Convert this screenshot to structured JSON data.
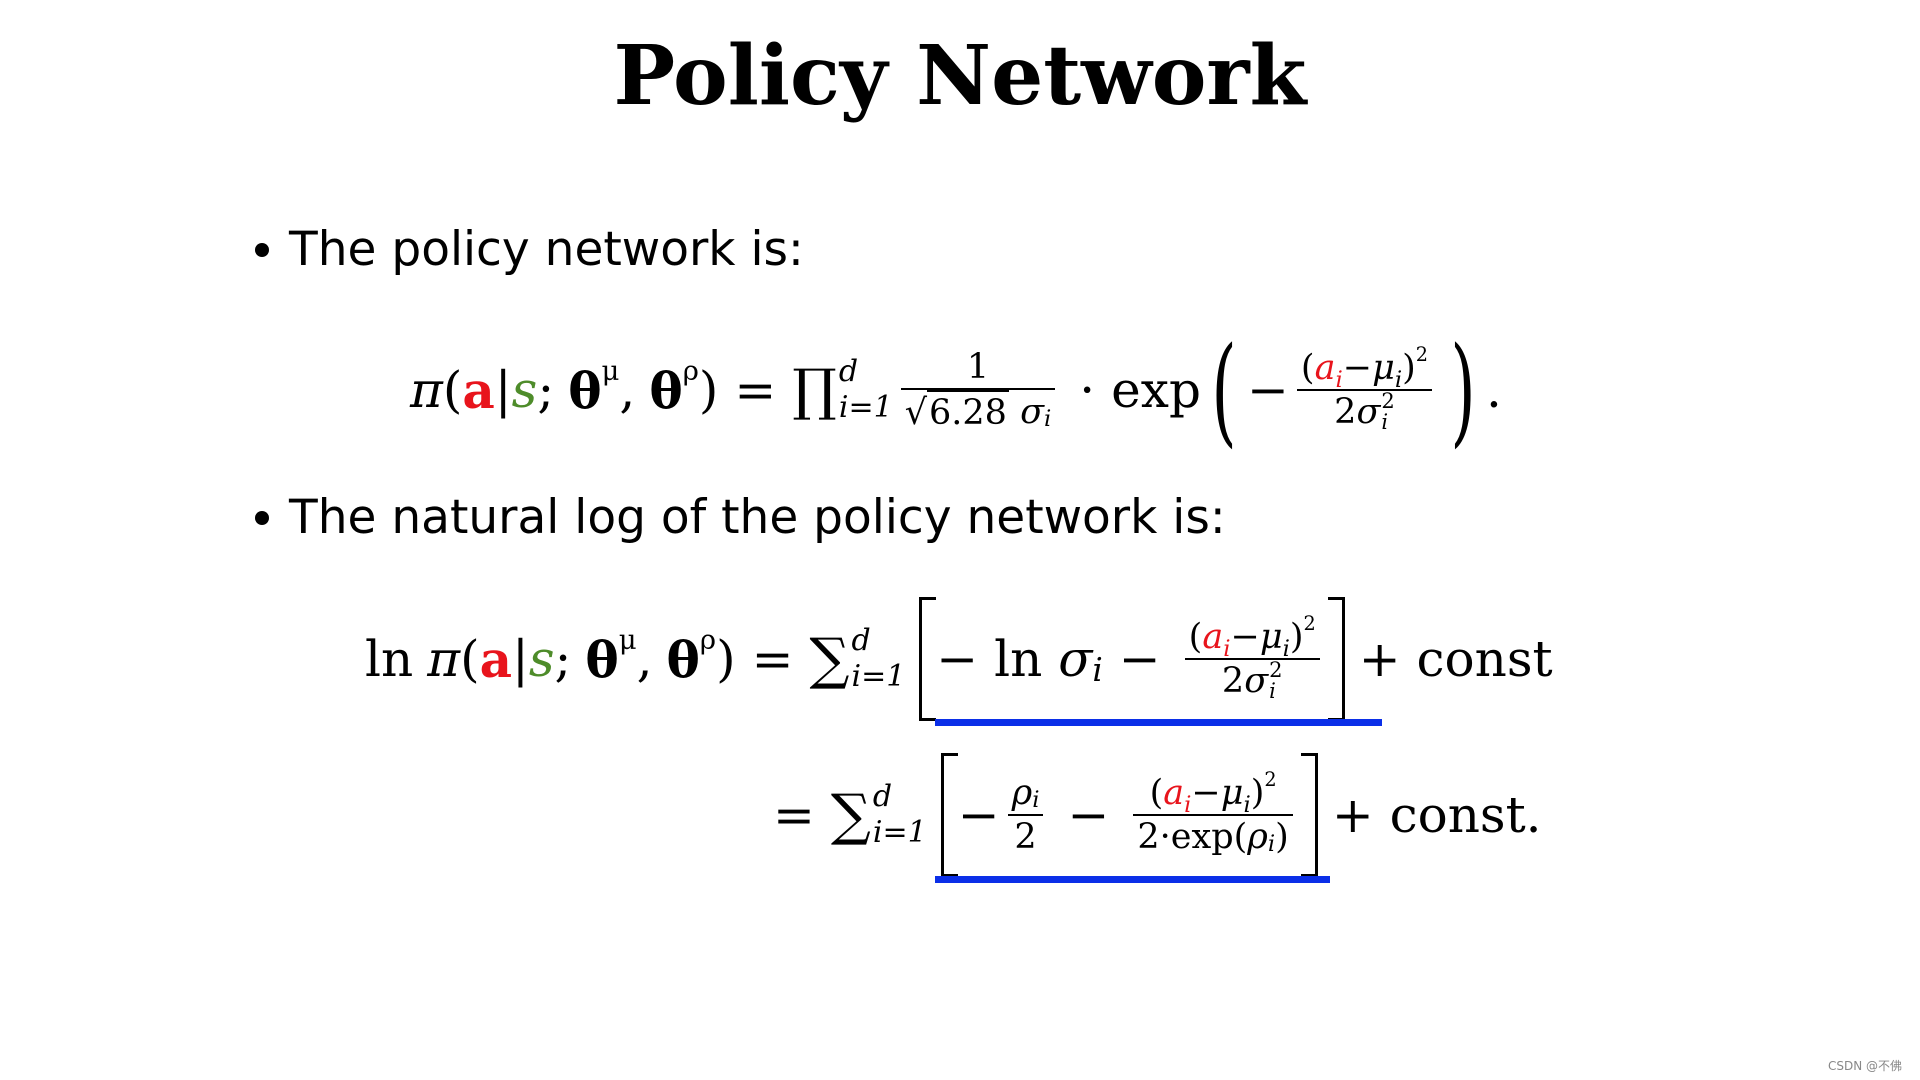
{
  "title": "Policy Network",
  "bullets": [
    "The policy network is:",
    "The natural log of the policy network is:"
  ],
  "eq1": {
    "pi": "π",
    "a": "a",
    "s": "s",
    "theta": "θ",
    "mu": "μ",
    "rho": "ρ",
    "prod": "∏",
    "upper": "d",
    "lower": "i=1",
    "one": "1",
    "sqrtval": "6.28",
    "sigma": "σ",
    "i": "i",
    "exp": "exp",
    "two": "2",
    "trail": "."
  },
  "eq2": {
    "ln": "ln",
    "sum": "∑",
    "upper": "d",
    "lower": "i=1",
    "plus_const": "+ const"
  },
  "eq3": {
    "two": "2",
    "exp_text": "2·exp(",
    "plus_const": "+ const."
  },
  "underline_color": "#0b2fe8",
  "credit": "CSDN @不佛"
}
